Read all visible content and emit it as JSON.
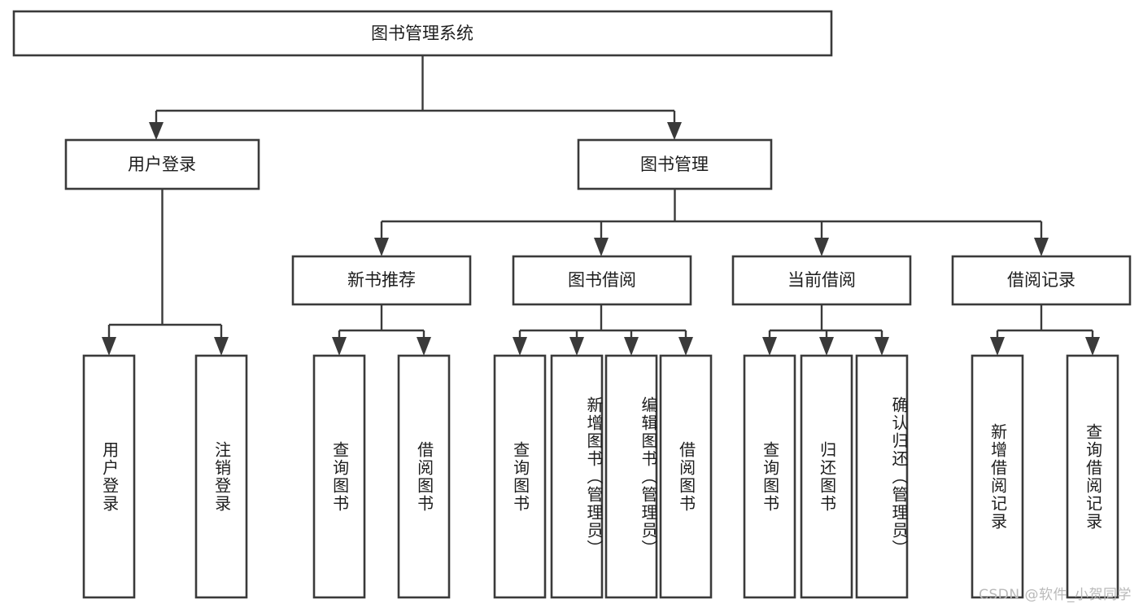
{
  "diagram": {
    "title": "图书管理系统",
    "type": "tree",
    "watermark": "CSDN @软件_小贺同学",
    "colors": {
      "box_stroke": "#3a3a3a",
      "box_fill": "#ffffff",
      "connector": "#3a3a3a",
      "text": "#1d1d1d",
      "watermark": "#b9b9b9",
      "background": "#ffffff"
    },
    "root": {
      "label": "图书管理系统"
    },
    "level2": [
      {
        "label": "用户登录"
      },
      {
        "label": "图书管理"
      }
    ],
    "level3": [
      {
        "label": "新书推荐"
      },
      {
        "label": "图书借阅"
      },
      {
        "label": "当前借阅"
      },
      {
        "label": "借阅记录"
      }
    ],
    "leaves": {
      "user_login": [
        {
          "label": "用户登录"
        },
        {
          "label": "注销登录"
        }
      ],
      "new_book_recommend": [
        {
          "label": "查询图书"
        },
        {
          "label": "借阅图书"
        }
      ],
      "book_borrow": [
        {
          "label": "查询图书"
        },
        {
          "label": "新增图书（管理员）"
        },
        {
          "label": "编辑图书（管理员）"
        },
        {
          "label": "借阅图书"
        }
      ],
      "current_borrow": [
        {
          "label": "查询图书"
        },
        {
          "label": "归还图书"
        },
        {
          "label": "确认归还（管理员）"
        }
      ],
      "borrow_record": [
        {
          "label": "新增借阅记录"
        },
        {
          "label": "查询借阅记录"
        }
      ]
    }
  },
  "chart_data": {
    "type": "table",
    "title": "图书管理系统",
    "nodes": [
      {
        "id": "root",
        "label": "图书管理系统",
        "level": 1,
        "parent": null
      },
      {
        "id": "user-login",
        "label": "用户登录",
        "level": 2,
        "parent": "root"
      },
      {
        "id": "book-manage",
        "label": "图书管理",
        "level": 2,
        "parent": "root"
      },
      {
        "id": "leaf-user-login",
        "label": "用户登录",
        "level": 3,
        "parent": "user-login"
      },
      {
        "id": "leaf-logout",
        "label": "注销登录",
        "level": 3,
        "parent": "user-login"
      },
      {
        "id": "new-book",
        "label": "新书推荐",
        "level": 3,
        "parent": "book-manage"
      },
      {
        "id": "book-borrow",
        "label": "图书借阅",
        "level": 3,
        "parent": "book-manage"
      },
      {
        "id": "current-borrow",
        "label": "当前借阅",
        "level": 3,
        "parent": "book-manage"
      },
      {
        "id": "borrow-record",
        "label": "借阅记录",
        "level": 3,
        "parent": "book-manage"
      },
      {
        "id": "nb-query",
        "label": "查询图书",
        "level": 4,
        "parent": "new-book"
      },
      {
        "id": "nb-borrow",
        "label": "借阅图书",
        "level": 4,
        "parent": "new-book"
      },
      {
        "id": "bb-query",
        "label": "查询图书",
        "level": 4,
        "parent": "book-borrow"
      },
      {
        "id": "bb-add",
        "label": "新增图书（管理员）",
        "level": 4,
        "parent": "book-borrow"
      },
      {
        "id": "bb-edit",
        "label": "编辑图书（管理员）",
        "level": 4,
        "parent": "book-borrow"
      },
      {
        "id": "bb-borrow",
        "label": "借阅图书",
        "level": 4,
        "parent": "book-borrow"
      },
      {
        "id": "cb-query",
        "label": "查询图书",
        "level": 4,
        "parent": "current-borrow"
      },
      {
        "id": "cb-return",
        "label": "归还图书",
        "level": 4,
        "parent": "current-borrow"
      },
      {
        "id": "cb-confirm",
        "label": "确认归还（管理员）",
        "level": 4,
        "parent": "current-borrow"
      },
      {
        "id": "br-add",
        "label": "新增借阅记录",
        "level": 4,
        "parent": "borrow-record"
      },
      {
        "id": "br-query",
        "label": "查询借阅记录",
        "level": 4,
        "parent": "borrow-record"
      }
    ]
  }
}
